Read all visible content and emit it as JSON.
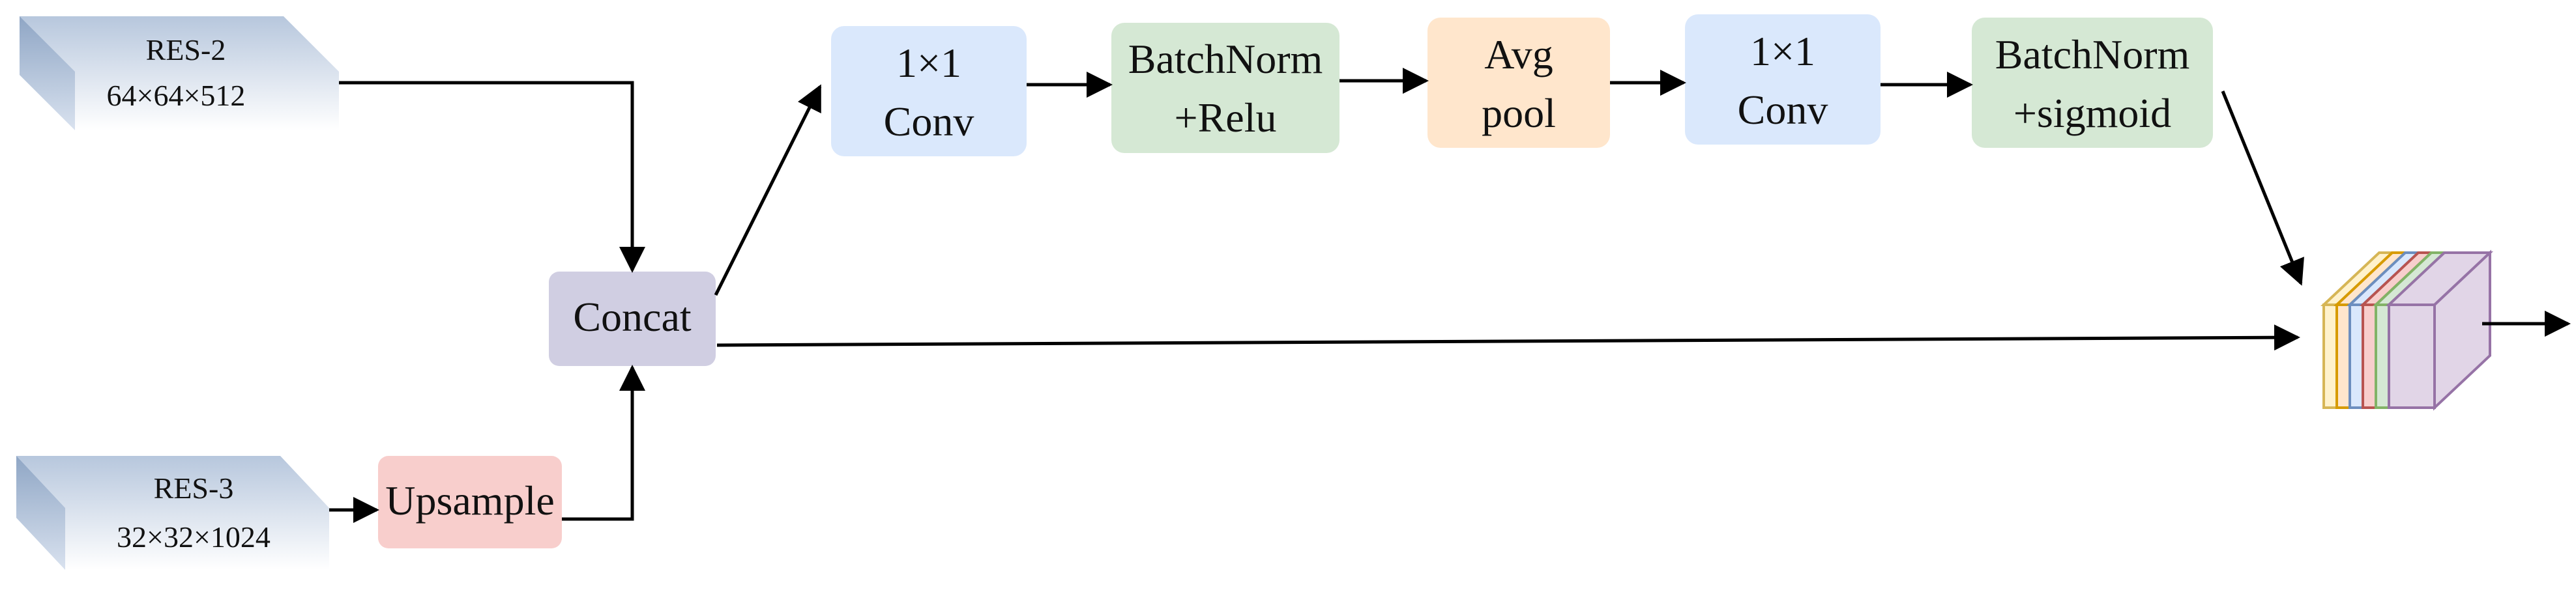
{
  "inputs": {
    "res2": {
      "name": "RES-2",
      "shape": "64×64×512"
    },
    "res3": {
      "name": "RES-3",
      "shape": "32×32×1024"
    }
  },
  "blocks": {
    "upsample": {
      "label": "Upsample",
      "color": "#f8cecc"
    },
    "concat": {
      "label": "Concat",
      "color": "#d0cee2"
    },
    "conv1": {
      "line1": "1×1",
      "line2": "Conv",
      "color": "#dae8fc"
    },
    "bn_relu": {
      "line1": "BatchNorm",
      "line2": "+Relu",
      "color": "#d5e8d4"
    },
    "avgpool": {
      "line1": "Avg",
      "line2": "pool",
      "color": "#ffe6cc"
    },
    "conv2": {
      "line1": "1×1",
      "line2": "Conv",
      "color": "#dae8fc"
    },
    "bn_sigmoid": {
      "line1": "BatchNorm",
      "line2": "+sigmoid",
      "color": "#d5e8d4"
    }
  },
  "output_block": {
    "layer_colors": [
      "#d6b656",
      "#d79b00",
      "#6c8ebf",
      "#b85450",
      "#82b366",
      "#9673a6"
    ]
  }
}
